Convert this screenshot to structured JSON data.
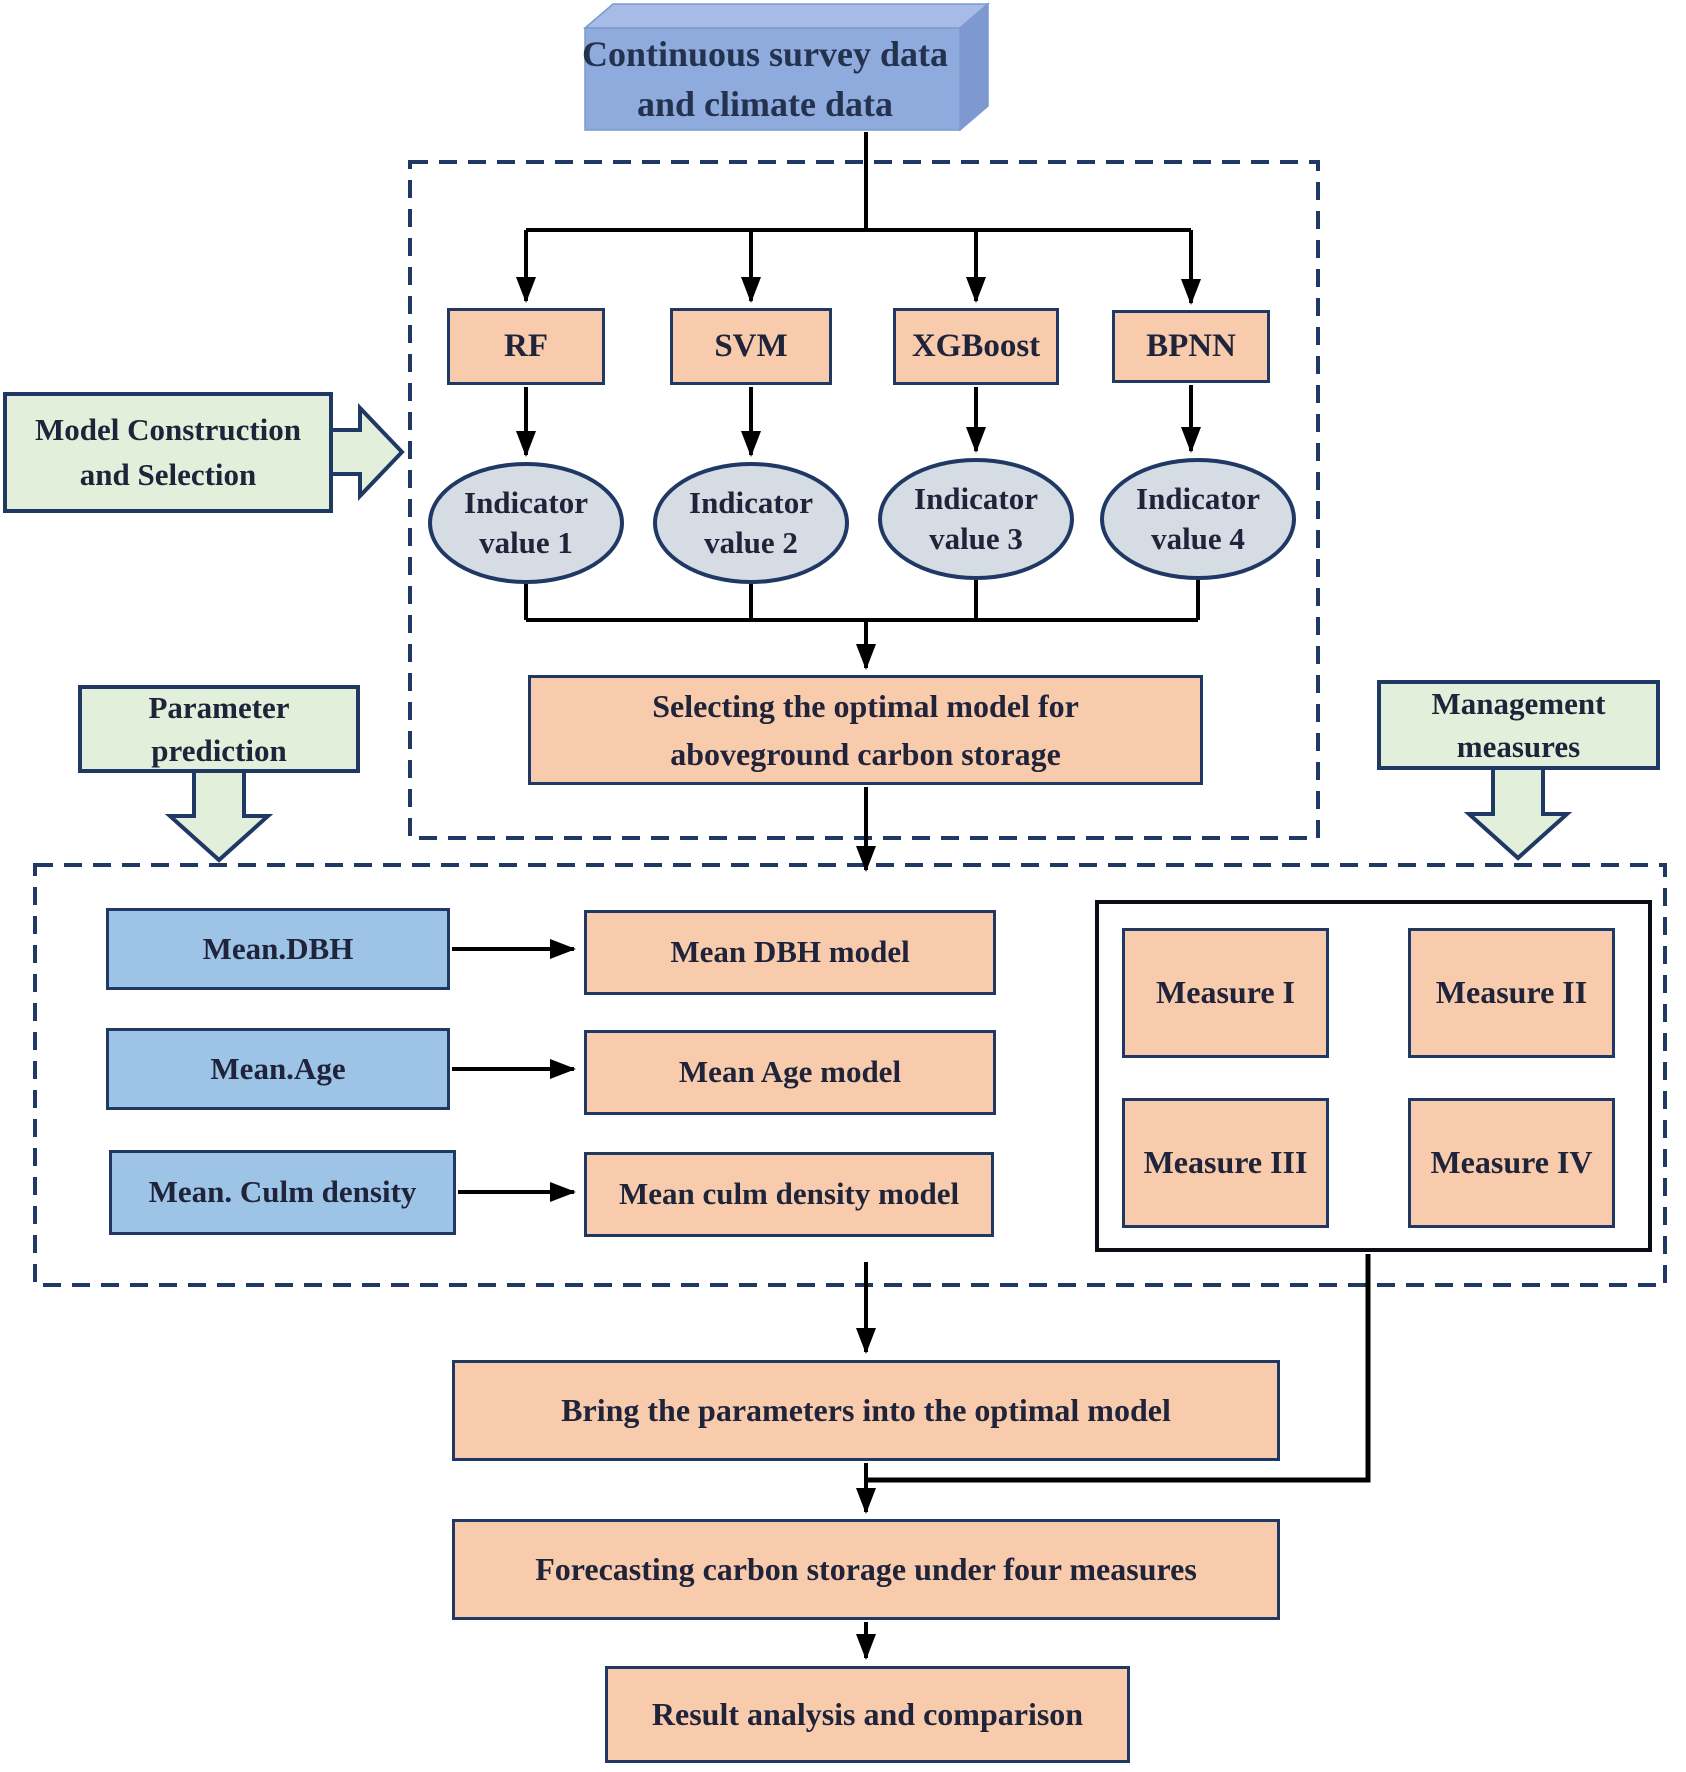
{
  "top_box": {
    "line1": "Continuous survey data",
    "line2": "and climate data"
  },
  "models": [
    "RF",
    "SVM",
    "XGBoost",
    "BPNN"
  ],
  "indicators": [
    [
      "Indicator",
      "value 1"
    ],
    [
      "Indicator",
      "value 2"
    ],
    [
      "Indicator",
      "value 3"
    ],
    [
      "Indicator",
      "value 4"
    ]
  ],
  "selecting_box": {
    "line1": "Selecting the optimal model for",
    "line2": "aboveground carbon storage"
  },
  "labels": {
    "model_construction": [
      "Model Construction",
      "and Selection"
    ],
    "parameter_prediction": [
      "Parameter",
      "prediction"
    ],
    "management_measures": [
      "Management",
      "measures"
    ]
  },
  "parameter_rows": [
    {
      "input": "Mean.DBH",
      "model": "Mean DBH model"
    },
    {
      "input": "Mean.Age",
      "model": "Mean Age model"
    },
    {
      "input": "Mean. Culm density",
      "model": "Mean culm density model"
    }
  ],
  "measures": [
    "Measure I",
    "Measure II",
    "Measure III",
    "Measure IV"
  ],
  "flow_boxes": {
    "bring_parameters": "Bring the parameters into the optimal model",
    "forecasting": "Forecasting carbon storage under four measures",
    "result": "Result analysis and comparison"
  },
  "colors": {
    "peach_fill": "#f8cbad",
    "blue_fill": "#9dc3e6",
    "green_fill": "#e2efda",
    "ellipse_fill": "#d6dce4",
    "top_front_fill": "#8faadc",
    "top_top_fill": "#a6bbe6",
    "top_side_fill": "#7d99cf",
    "border_navy": "#1f3864"
  }
}
